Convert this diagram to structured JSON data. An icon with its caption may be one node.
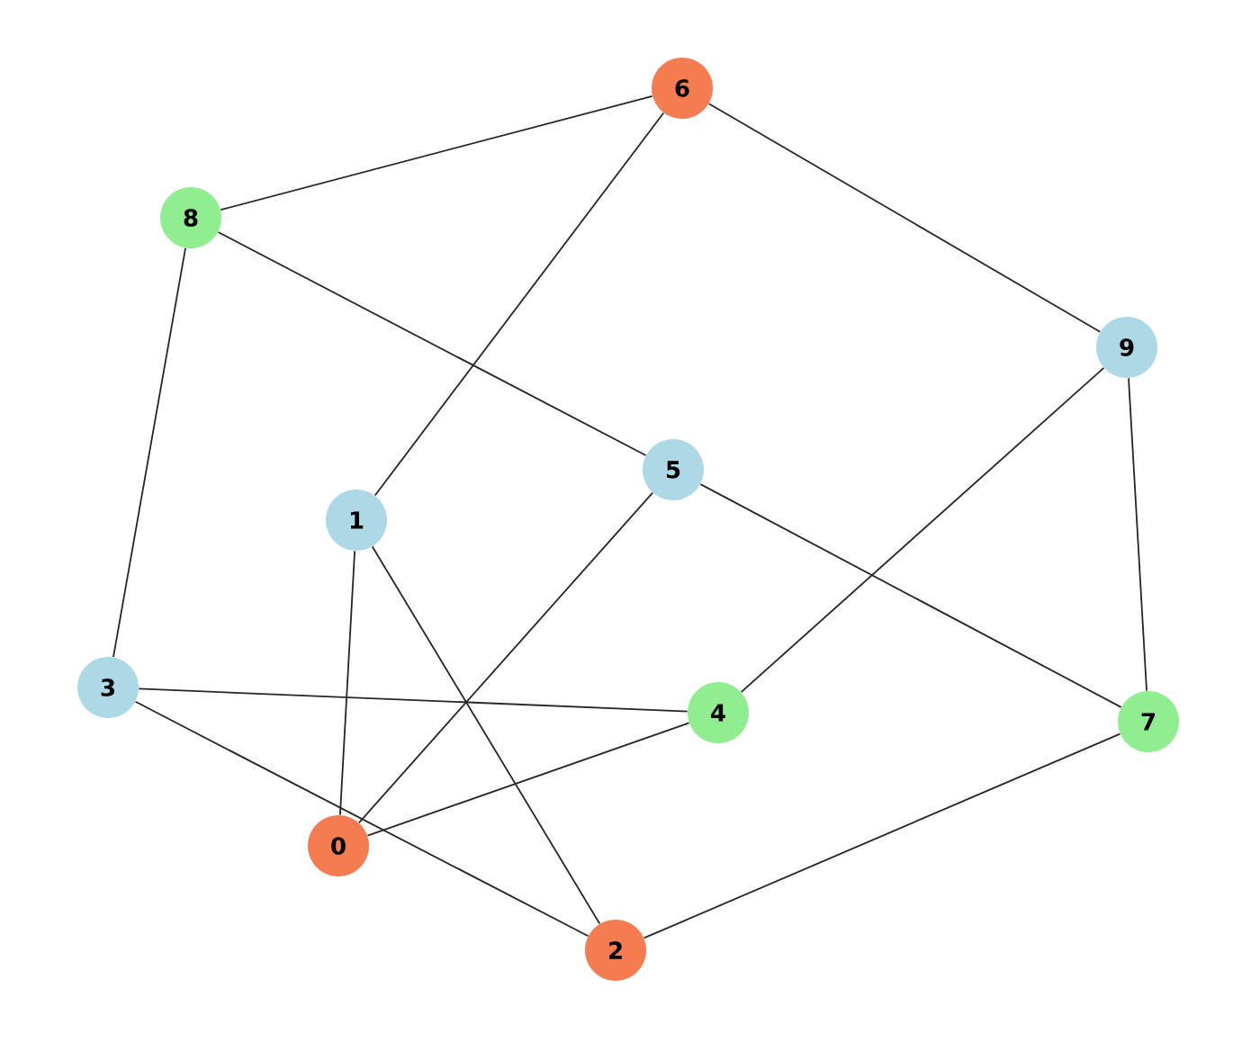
{
  "diagram": {
    "nodes": [
      {
        "text": [
          "0"
        ]
      },
      {
        "text": [
          "1"
        ]
      },
      {
        "text": [
          "2"
        ]
      },
      {
        "text": [
          "3"
        ]
      },
      {
        "text": [
          "4"
        ]
      },
      {
        "text": [
          "5"
        ]
      },
      {
        "text": [
          "6"
        ]
      },
      {
        "text": [
          "7"
        ]
      },
      {
        "text": [
          "8"
        ]
      },
      {
        "text": [
          "9"
        ]
      }
    ],
    "edges": [
      {
        "from": 6,
        "to": 8,
        "arrow": "none"
      },
      {
        "from": 6,
        "to": 1,
        "arrow": "none"
      },
      {
        "from": 6,
        "to": 9,
        "arrow": "none"
      },
      {
        "from": 8,
        "to": 5,
        "arrow": "none"
      },
      {
        "from": 8,
        "to": 3,
        "arrow": "none"
      },
      {
        "from": 9,
        "to": 4,
        "arrow": "none"
      },
      {
        "from": 9,
        "to": 7,
        "arrow": "none"
      },
      {
        "from": 5,
        "to": 0,
        "arrow": "none"
      },
      {
        "from": 5,
        "to": 7,
        "arrow": "none"
      },
      {
        "from": 1,
        "to": 0,
        "arrow": "none"
      },
      {
        "from": 1,
        "to": 2,
        "arrow": "none"
      },
      {
        "from": 3,
        "to": 4,
        "arrow": "none"
      },
      {
        "from": 3,
        "to": 2,
        "arrow": "none"
      },
      {
        "from": 4,
        "to": 0,
        "arrow": "none"
      },
      {
        "from": 2,
        "to": 7,
        "arrow": "none"
      }
    ]
  }
}
